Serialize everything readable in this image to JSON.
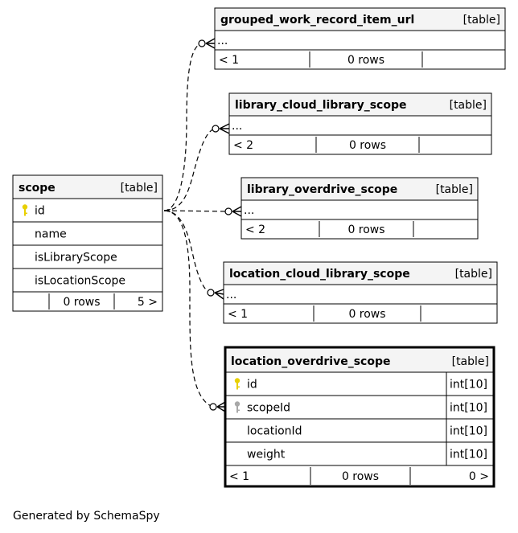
{
  "diagram": {
    "tables": [
      {
        "id": "grouped",
        "name": "grouped_work_record_item_url",
        "kind": "[table]",
        "rows": [
          {
            "name": "...",
            "type": "",
            "key": ""
          }
        ],
        "footer": [
          "< 1",
          "0 rows",
          ""
        ]
      },
      {
        "id": "lcls",
        "name": "library_cloud_library_scope",
        "kind": "[table]",
        "rows": [
          {
            "name": "...",
            "type": "",
            "key": ""
          }
        ],
        "footer": [
          "< 2",
          "0 rows",
          ""
        ]
      },
      {
        "id": "scope",
        "name": "scope",
        "kind": "[table]",
        "rows": [
          {
            "name": "id",
            "type": "",
            "key": "primary"
          },
          {
            "name": "name",
            "type": "",
            "key": ""
          },
          {
            "name": "isLibraryScope",
            "type": "",
            "key": ""
          },
          {
            "name": "isLocationScope",
            "type": "",
            "key": ""
          }
        ],
        "footer": [
          "",
          "0 rows",
          "5 >"
        ]
      },
      {
        "id": "los",
        "name": "library_overdrive_scope",
        "kind": "[table]",
        "rows": [
          {
            "name": "...",
            "type": "",
            "key": ""
          }
        ],
        "footer": [
          "< 2",
          "0 rows",
          ""
        ]
      },
      {
        "id": "locls",
        "name": "location_cloud_library_scope",
        "kind": "[table]",
        "rows": [
          {
            "name": "...",
            "type": "",
            "key": ""
          }
        ],
        "footer": [
          "< 1",
          "0 rows",
          ""
        ]
      },
      {
        "id": "lovs",
        "name": "location_overdrive_scope",
        "kind": "[table]",
        "focus": true,
        "rows": [
          {
            "name": "id",
            "type": "int[10]",
            "key": "primary"
          },
          {
            "name": "scopeId",
            "type": "int[10]",
            "key": "foreign"
          },
          {
            "name": "locationId",
            "type": "int[10]",
            "key": ""
          },
          {
            "name": "weight",
            "type": "int[10]",
            "key": ""
          }
        ],
        "footer": [
          "< 1",
          "0 rows",
          "0 >"
        ]
      }
    ],
    "relationships": [
      {
        "from": "scope",
        "to": "grouped"
      },
      {
        "from": "scope",
        "to": "lcls"
      },
      {
        "from": "scope",
        "to": "los"
      },
      {
        "from": "scope",
        "to": "locls"
      },
      {
        "from": "scope",
        "to": "lovs"
      }
    ],
    "colors": {
      "header_bg": "#f4f4f4",
      "border": "#000000",
      "primary_key": "#e8d000",
      "foreign_key": "#a8a8a8"
    }
  },
  "footer": {
    "generated_by": "Generated by SchemaSpy"
  }
}
